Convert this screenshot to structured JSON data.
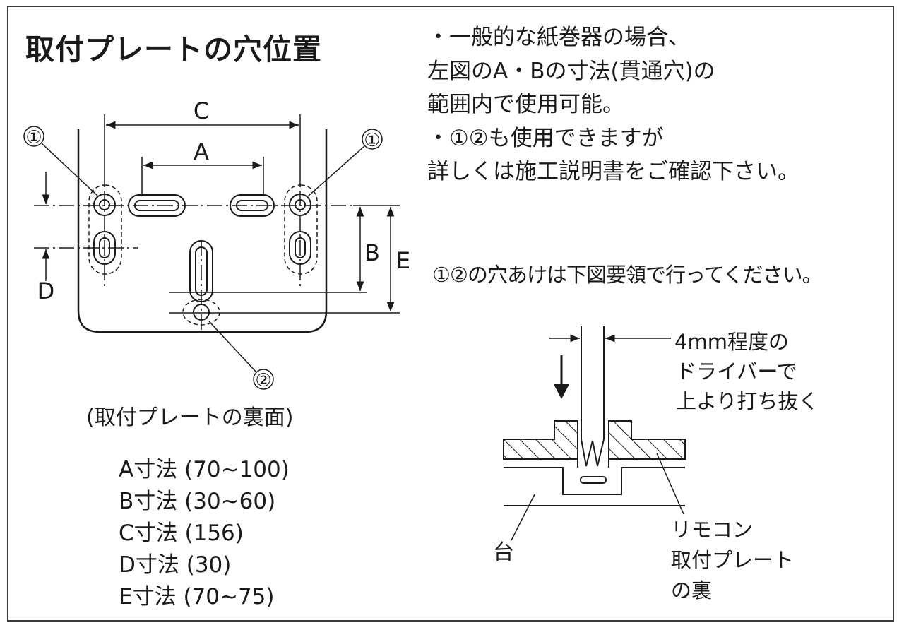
{
  "title": "取付プレートの穴位置",
  "notes": [
    "・一般的な紙巻器の場合、",
    "左図のA・Bの寸法(貫通穴)の",
    "範囲内で使用可能。",
    "・①②も使用できますが",
    "詳しくは施工説明書をご確認下さい。"
  ],
  "drill_note": "①②の穴あけは下図要領で行ってください。",
  "plate_caption": "(取付プレートの裏面)",
  "dimension_labels": {
    "A": "A",
    "B": "B",
    "C": "C",
    "D": "D",
    "E": "E",
    "hole1": "①",
    "hole2": "②"
  },
  "dimensions": [
    "A寸法 (70~100)",
    "B寸法 (30~60)",
    "C寸法 (156)",
    "D寸法 (30)",
    "E寸法 (70~75)"
  ],
  "section_labels": {
    "driver": [
      "4mm程度の",
      "ドライバーで",
      "上より打ち抜く"
    ],
    "base": "台",
    "plate": [
      "リモコン",
      "取付プレート",
      "の裏"
    ]
  }
}
